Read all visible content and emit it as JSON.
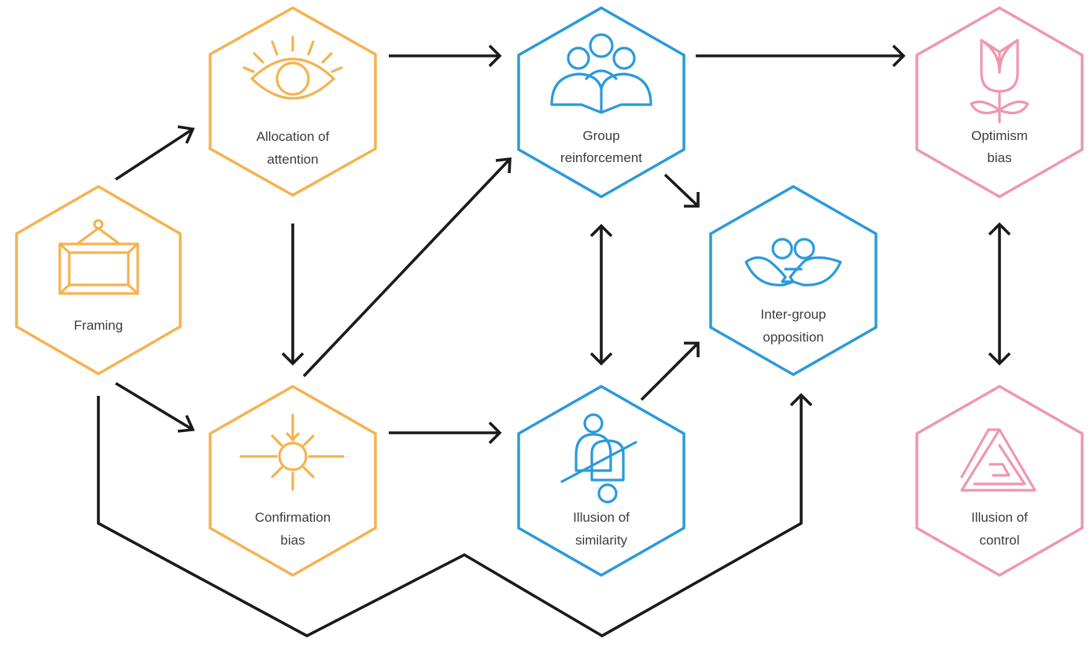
{
  "nodes": {
    "allocation": {
      "line1": "Allocation of",
      "line2": "attention",
      "icon": "eye-icon",
      "color": "#F6B24E"
    },
    "framing": {
      "line1": "Framing",
      "icon": "picture-frame-icon",
      "color": "#F6B24E"
    },
    "confirmation": {
      "line1": "Confirmation",
      "line2": "bias",
      "icon": "focus-burst-icon",
      "color": "#F6B24E"
    },
    "group": {
      "line1": "Group",
      "line2": "reinforcement",
      "icon": "group-people-icon",
      "color": "#2A9ADB"
    },
    "similarity": {
      "line1": "Illusion of",
      "line2": "similarity",
      "icon": "figure-slash-icon",
      "color": "#2A9ADB"
    },
    "intergroup": {
      "line1": "Inter-group",
      "line2": "opposition",
      "icon": "opposing-heads-icon",
      "color": "#2A9ADB"
    },
    "optimism": {
      "line1": "Optimism",
      "line2": "bias",
      "icon": "rose-icon",
      "color": "#EE97AE"
    },
    "control": {
      "line1": "Illusion of",
      "line2": "control",
      "icon": "impossible-triangle-icon",
      "color": "#EE97AE"
    }
  },
  "colors": {
    "arrow": "#1a1a1a",
    "orange": "#F6B24E",
    "blue": "#2A9ADB",
    "pink": "#EE97AE"
  }
}
